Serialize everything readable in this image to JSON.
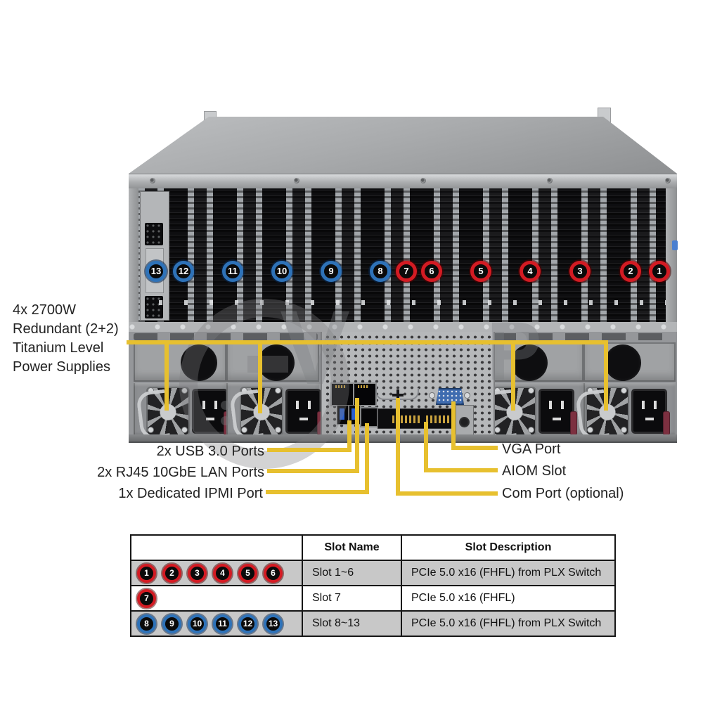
{
  "callout_labels": {
    "psu_lines": [
      "4x 2700W",
      "Redundant (2+2)",
      "Titanium  Level",
      "Power Supplies"
    ],
    "usb": "2x USB 3.0 Ports",
    "lan": "2x RJ45 10GbE LAN Ports",
    "ipmi": "1x Dedicated IPMI  Port",
    "vga": "VGA Port",
    "aiom": "AIOM  Slot",
    "com": "Com Port (optional)"
  },
  "chassis": {
    "badges": [
      {
        "num": 13,
        "color": "blue"
      },
      {
        "num": 12,
        "color": "blue"
      },
      {
        "num": 11,
        "color": "blue"
      },
      {
        "num": 10,
        "color": "blue"
      },
      {
        "num": 9,
        "color": "blue"
      },
      {
        "num": 8,
        "color": "blue"
      },
      {
        "num": 7,
        "color": "red"
      },
      {
        "num": 6,
        "color": "red"
      },
      {
        "num": 5,
        "color": "red"
      },
      {
        "num": 4,
        "color": "red"
      },
      {
        "num": 3,
        "color": "red"
      },
      {
        "num": 2,
        "color": "red"
      },
      {
        "num": 1,
        "color": "red"
      }
    ]
  },
  "table": {
    "headers": [
      "",
      "Slot Name",
      "Slot Description"
    ],
    "rows": [
      {
        "badges": [
          1,
          2,
          3,
          4,
          5,
          6
        ],
        "badge_color": "red",
        "slot_name": "Slot 1~6",
        "description": "PCIe  5.0  x16  (FHFL)  from  PLX  Switch",
        "shaded": true
      },
      {
        "badges": [
          7
        ],
        "badge_color": "red",
        "slot_name": "Slot 7",
        "description": "PCIe  5.0  x16 (FHFL)",
        "shaded": false
      },
      {
        "badges": [
          8,
          9,
          10,
          11,
          12,
          13
        ],
        "badge_color": "blue",
        "slot_name": "Slot 8~13",
        "description": "PCIe  5.0  x16  (FHFL)  from  PLX  Switch",
        "shaded": true
      }
    ]
  },
  "colors": {
    "callout_yellow": "#e7c02f",
    "badge_red_ring": "#d31b23",
    "badge_blue_ring": "#2e72b8",
    "badge_fill": "#0a0a0a",
    "table_shaded_row": "#c8c8c8"
  }
}
